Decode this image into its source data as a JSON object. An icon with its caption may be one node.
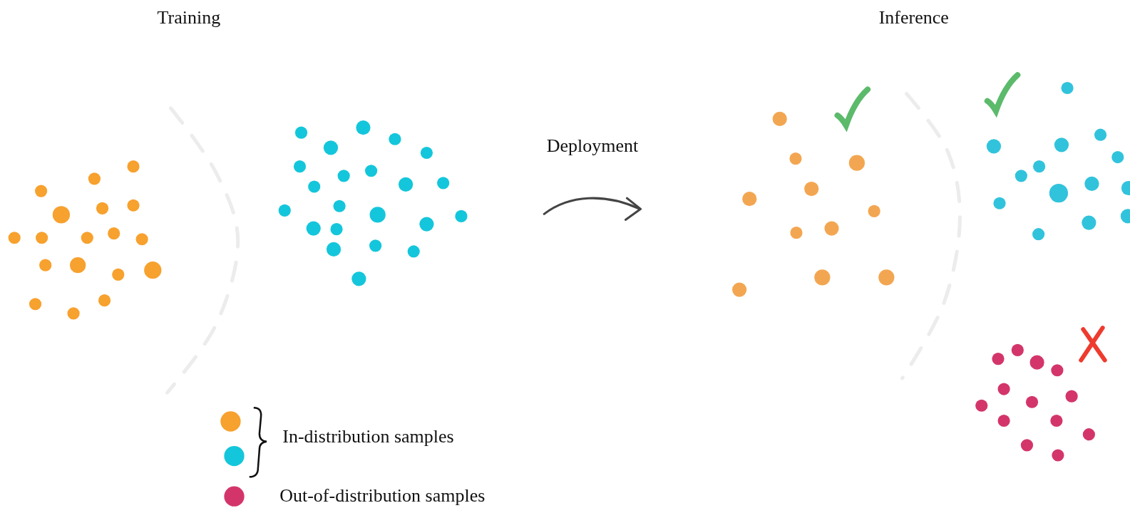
{
  "diagram": {
    "labels": [
      "Training",
      "Inference",
      "Deployment"
    ],
    "legend": [
      {
        "text": "In-distribution samples"
      },
      {
        "text": "Out-of-distribution samples",
        "color": "#d3356b"
      }
    ]
  }
}
